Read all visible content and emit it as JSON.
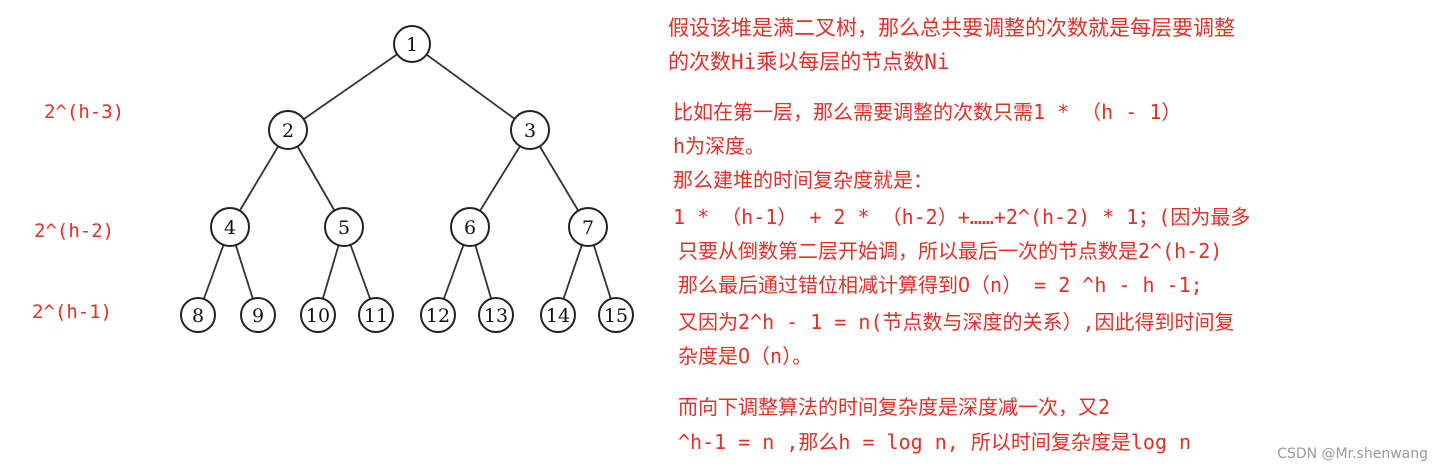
{
  "level_labels": [
    "2^(h-3)",
    "2^(h-2)",
    "2^(h-1)"
  ],
  "tree": {
    "nodes": [
      "1",
      "2",
      "3",
      "4",
      "5",
      "6",
      "7",
      "8",
      "9",
      "10",
      "11",
      "12",
      "13",
      "14",
      "15"
    ],
    "node_color": "#222222"
  },
  "notes": {
    "intro_1": "假设该堆是满二叉树，那么总共要调整的次数就是每层要调整",
    "intro_2": "的次数Hi乘以每层的节点数Ni",
    "lines": [
      "比如在第一层，那么需要调整的次数只需1 * （h - 1）",
      "h为深度。",
      "那么建堆的时间复杂度就是：",
      "1 * （h-1） + 2 * （h-2）+……+2^(h-2) * 1；(因为最多",
      "只要从倒数第二层开始调，所以最后一次的节点数是2^(h-2)",
      "那么最后通过错位相减计算得到O（n） = 2 ^h - h -1;",
      "又因为2^h - 1 = n(节点数与深度的关系）,因此得到时间复",
      "杂度是O（n）。"
    ],
    "down_1": "而向下调整算法的时间复杂度是深度减一次，又2",
    "down_2": "^h-1 = n ,那么h = log n, 所以时间复杂度是log n"
  },
  "watermark": "CSDN @Mr.shenwang",
  "colors": {
    "accent": "#e0302a",
    "watermark": "#9a9a9a"
  }
}
